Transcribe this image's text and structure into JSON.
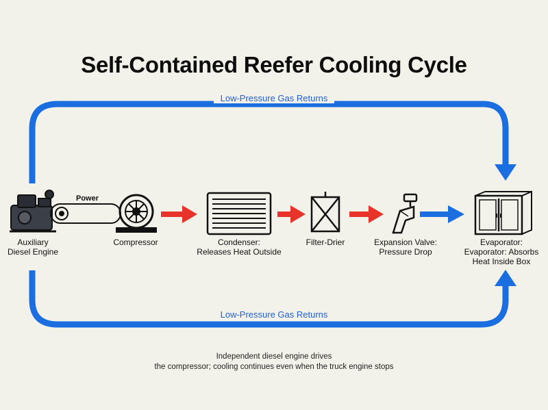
{
  "title": "Self-Contained Reefer Cooling Cycle",
  "return_label_top": "Low-Pressure Gas Returns",
  "return_label_bottom": "Low-Pressure Gas Returns",
  "power_label": "Power",
  "components": {
    "engine": {
      "line1": "Auxiliary",
      "line2": "Diesel Engine",
      "icon": "diesel-engine-icon"
    },
    "compressor": {
      "line1": "Compressor",
      "icon": "compressor-icon"
    },
    "condenser": {
      "line1": "Condenser:",
      "line2": "Releases Heat Outside",
      "icon": "condenser-icon"
    },
    "filter_drier": {
      "line1": "Filter-Drier",
      "icon": "filter-drier-icon"
    },
    "expansion_valve": {
      "line1": "Expansion Valve:",
      "line2": "Pressure Drop",
      "icon": "expansion-valve-icon"
    },
    "evaporator": {
      "line1": "Evaporator:",
      "line2": "Evaporator: Absorbs",
      "line3": "Heat Inside Box",
      "icon": "evaporator-icon"
    }
  },
  "caption": {
    "line1": "Independent diesel engine drives",
    "line2": "the compressor; cooling continues even when the truck engine stops"
  },
  "colors": {
    "loop_blue": "#1a6ee0",
    "hot_arrow": "#e8332b",
    "cold_arrow": "#1a6ee0",
    "background": "#f3f2ea"
  }
}
